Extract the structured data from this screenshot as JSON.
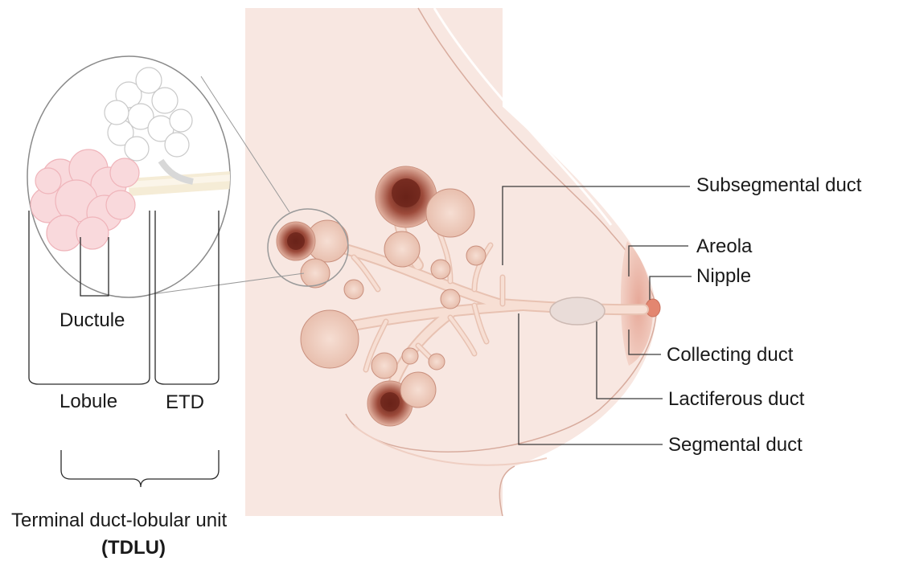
{
  "labels": {
    "subsegmental_duct": "Subsegmental duct",
    "areola": "Areola",
    "nipple": "Nipple",
    "collecting_duct": "Collecting duct",
    "lactiferous_duct": "Lactiferous duct",
    "segmental_duct": "Segmental duct",
    "ductule": "Ductule",
    "lobule": "Lobule",
    "etd": "ETD",
    "tdlu_name": "Terminal duct-lobular unit",
    "tdlu_abbr": "(TDLU)"
  },
  "colors": {
    "skin": "#f8e7e1",
    "skin_edge": "#e9c2b5",
    "duct": "#f4d3c4",
    "lobule_light": "#f3d4c6",
    "lobule_dark": "#8a3a2c",
    "areola": "#e3a598",
    "nipple": "#e38670",
    "line": "#3a3a3a"
  }
}
